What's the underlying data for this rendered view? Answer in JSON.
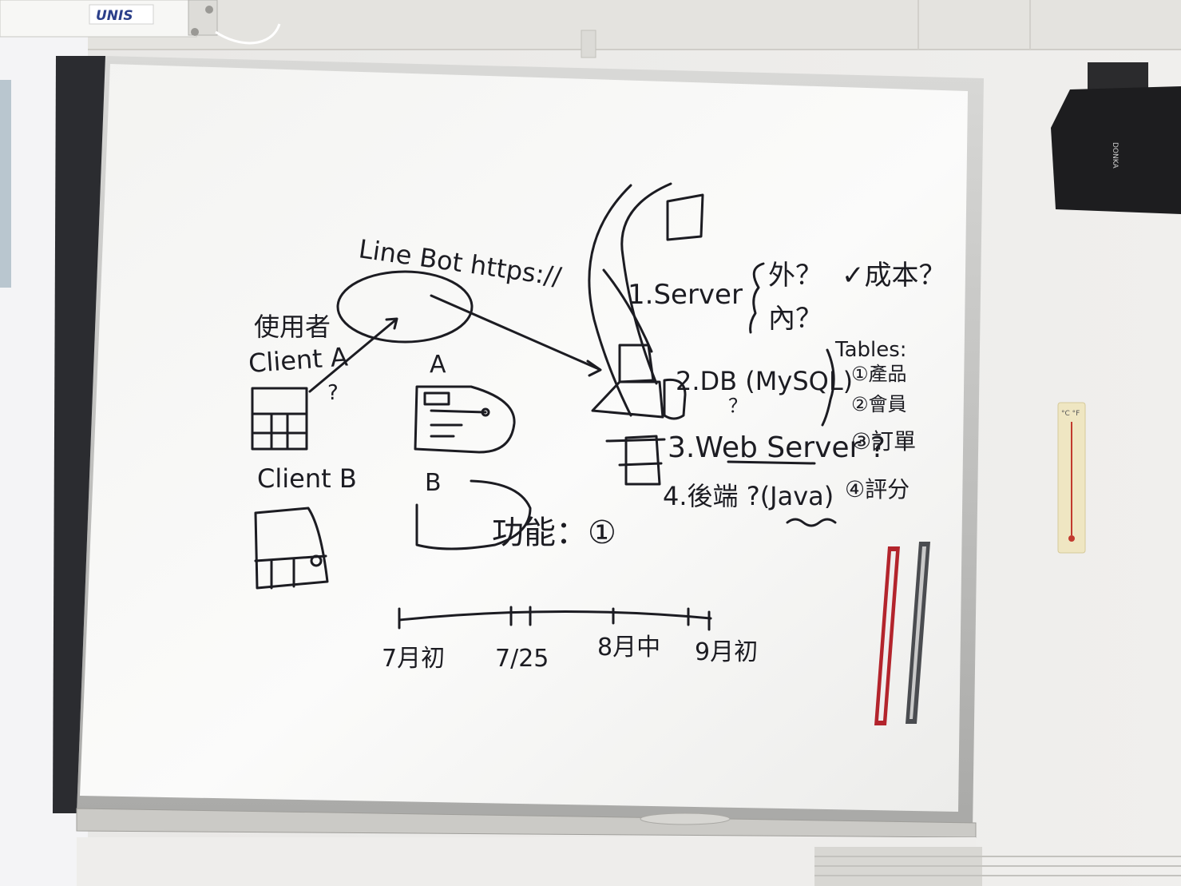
{
  "header": {
    "projector_brand": "UNIS"
  },
  "whiteboard": {
    "left": {
      "linebot_label": "Line Bot https://",
      "users_label": "使用者",
      "client_a_label": "Client A",
      "client_b_label": "Client B",
      "question_mark": "?",
      "a_label": "A",
      "b_label": "B",
      "feature_label": "功能：①"
    },
    "right": {
      "server_label": "1.Server",
      "outside_label": "外？",
      "cost_label": "✓成本？",
      "inside_label": "內？",
      "db_label": "2.DB (MySQL)",
      "db_question": "？",
      "tables_label": "Tables:",
      "table_items": [
        "①產品",
        "②會員",
        "③訂單",
        "④評分"
      ],
      "webserver_label": "3.Web Server ?",
      "backend_label": "4.後端 ?(Java)"
    },
    "timeline": {
      "points": [
        "7月初",
        "7/25",
        "8月中",
        "9月初"
      ]
    }
  },
  "thermometer": {
    "units": "°C °F"
  },
  "speaker": {
    "brand": "DONKA"
  }
}
